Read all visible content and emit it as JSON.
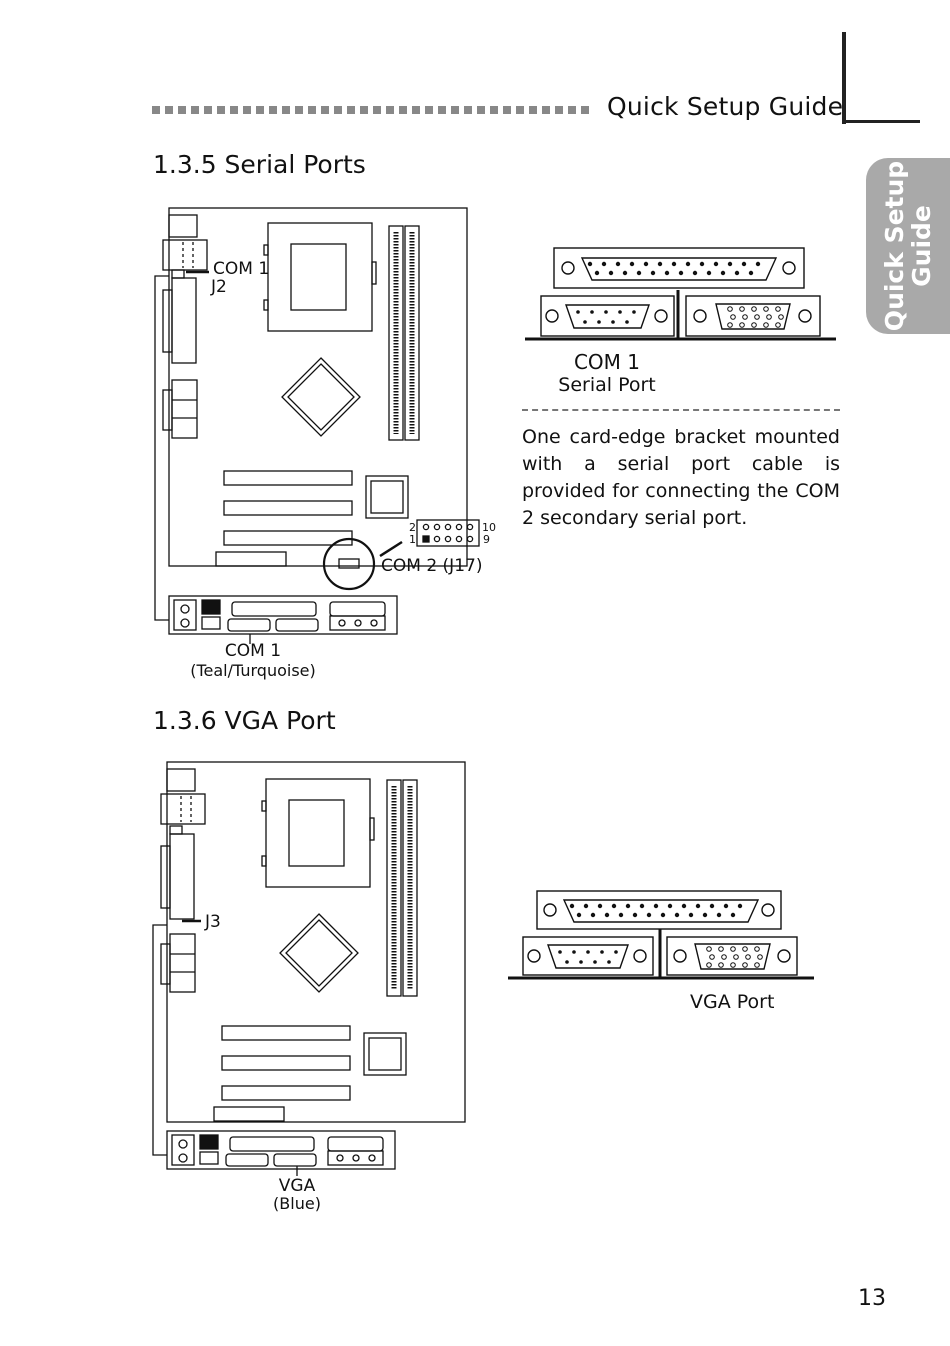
{
  "header": {
    "title": "Quick Setup Guide"
  },
  "side_tab": {
    "line1": "Quick Setup",
    "line2": "Guide"
  },
  "sections": [
    {
      "title": "1.3.5  Serial Ports",
      "board_labels": {
        "com1_header": "COM 1",
        "j2": "J2",
        "com2_header": "COM 2 (J17)",
        "pin_2": "2",
        "pin_1": "1",
        "pin_10": "10",
        "pin_9": "9",
        "port_label_line1": "COM 1",
        "port_label_line2": "(Teal/Turquoise)"
      },
      "connector_caption_line1": "COM 1",
      "connector_caption_line2": "Serial Port",
      "description": "One card-edge bracket mounted with a serial port cable is provided for connecting the COM 2 secondary serial port."
    },
    {
      "title": "1.3.6  VGA Port",
      "board_labels": {
        "j3": "J3",
        "port_label_line1": "VGA",
        "port_label_line2": "(Blue)"
      },
      "connector_caption": "VGA Port"
    }
  ],
  "page_number": "13"
}
